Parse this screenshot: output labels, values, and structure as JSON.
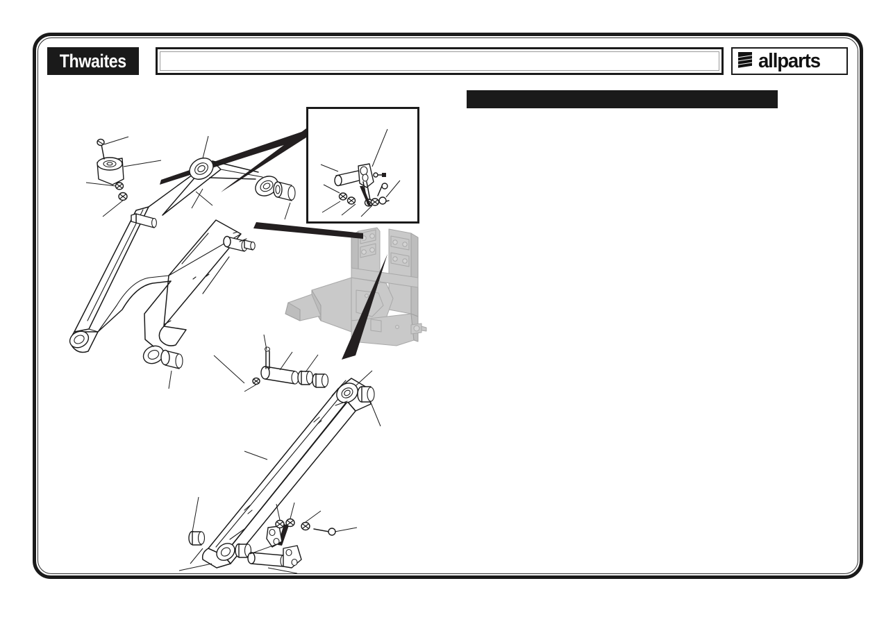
{
  "document": {
    "kind": "spare-parts-exploded-diagram",
    "page_background": "#ffffff",
    "frame_color": "#1a1a1a"
  },
  "header": {
    "brand": {
      "name": "Thwaites",
      "badge_bg": "#1a1a1a",
      "badge_text_color": "#ffffff"
    },
    "title_field": {
      "value": "",
      "placeholder": ""
    },
    "supplier": {
      "name": "allparts",
      "mark_icon": "allparts-stripes-icon",
      "mark_color": "#111111",
      "border_color": "#1a1a1a"
    }
  },
  "caption_bar": {
    "label": "",
    "color": "#1a1a1a"
  },
  "detail_inset": {
    "label": "",
    "border_color": "#1a1a1a",
    "contents": "pin-and-bracket-detail"
  },
  "figure": {
    "line_color": "#1a1a1a",
    "pointer_color": "#231f20",
    "phantom_fill": "#c9c9c9",
    "phantom_stroke": "#a8a8a8",
    "assemblies": [
      {
        "name": "loader-boom-arm",
        "callouts": []
      },
      {
        "name": "dipper-arm",
        "callouts": []
      },
      {
        "name": "kingpost-frame-phantom",
        "callouts": []
      }
    ],
    "callout_labels": []
  },
  "parts_list": {
    "columns": [],
    "rows": []
  }
}
